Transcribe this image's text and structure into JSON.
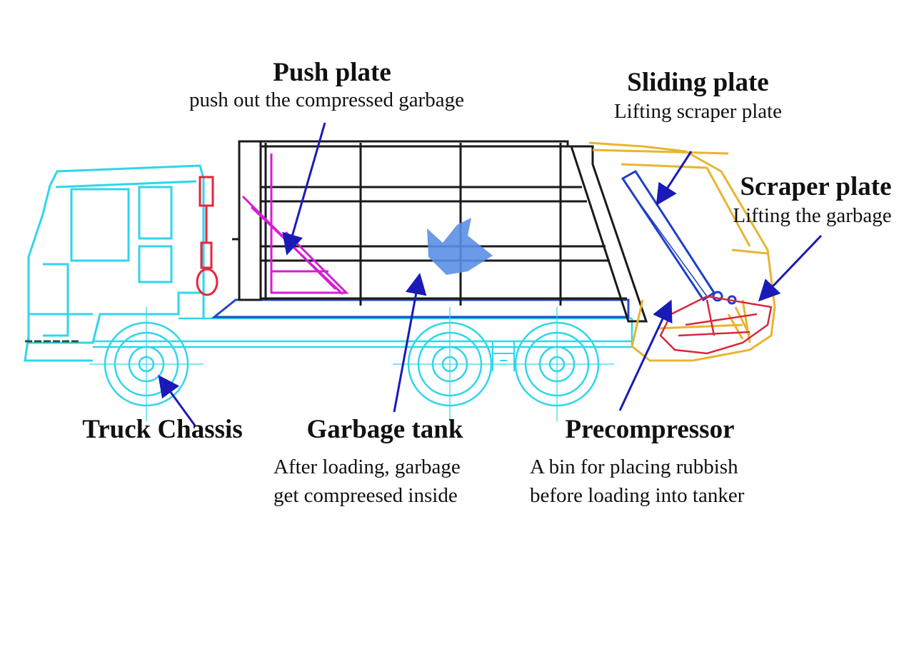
{
  "labels": {
    "push_plate": {
      "title": "Push plate",
      "desc": "push out the compressed garbage"
    },
    "sliding_plate": {
      "title": "Sliding plate",
      "desc": "Lifting scraper plate"
    },
    "scraper_plate": {
      "title": "Scraper plate",
      "desc": "Lifting the garbage"
    },
    "truck_chassis": {
      "title": "Truck Chassis"
    },
    "garbage_tank": {
      "title": "Garbage tank",
      "desc_line1": "After loading, garbage",
      "desc_line2": "get compreesed inside"
    },
    "precompressor": {
      "title": "Precompressor",
      "desc_line1": "A bin for placing rubbish",
      "desc_line2": "before loading into tanker"
    }
  },
  "colors": {
    "cab": "#2fd6ea",
    "tank": "#1a1a1a",
    "push_plate": "#d21fd2",
    "hopper": "#e8b530",
    "cylinder": "#1d3fc9",
    "scraper_bucket": "#d8283c",
    "arrow": "#1a1ab8",
    "highlight": "#5b8fe6",
    "bed": "#2148c9"
  }
}
